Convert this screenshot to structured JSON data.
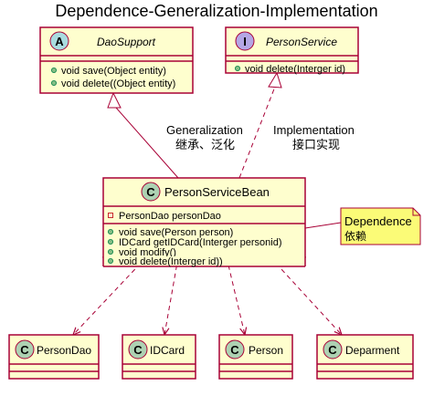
{
  "diagram": {
    "title": "Dependence-Generalization-Implementation",
    "classes": {
      "dao_support": {
        "stereotype": "A",
        "name": "DaoSupport",
        "methods": [
          "void save(Object entity)",
          "void delete((Object entity)"
        ]
      },
      "person_service": {
        "stereotype": "I",
        "name": "PersonService",
        "methods": [
          "void delete(Interger id)"
        ]
      },
      "person_service_bean": {
        "stereotype": "C",
        "name": "PersonServiceBean",
        "fields": [
          "PersonDao personDao"
        ],
        "methods": [
          "void save(Person person)",
          "IDCard getIDCard(Interger personid)",
          "void modify()",
          "void delete(Interger id))"
        ]
      },
      "person_dao": {
        "stereotype": "C",
        "name": "PersonDao"
      },
      "id_card": {
        "stereotype": "C",
        "name": "IDCard"
      },
      "person": {
        "stereotype": "C",
        "name": "Person"
      },
      "deparment": {
        "stereotype": "C",
        "name": "Deparment"
      }
    },
    "relations": {
      "generalization": {
        "label": "Generalization",
        "label_cn": "继承、泛化"
      },
      "implementation": {
        "label": "Implementation",
        "label_cn": "接口实现"
      }
    },
    "note": {
      "line1": "Dependence",
      "line2": "依赖"
    },
    "colors": {
      "class_fill": "#FEFECE",
      "class_border": "#A80036",
      "line": "#A80036",
      "abstract_badge": "#A9DCDF",
      "interface_badge": "#B4A7E5",
      "class_badge": "#ADD1B2",
      "note_fill": "#FBFB77",
      "public_dot": "#84BE84"
    }
  }
}
